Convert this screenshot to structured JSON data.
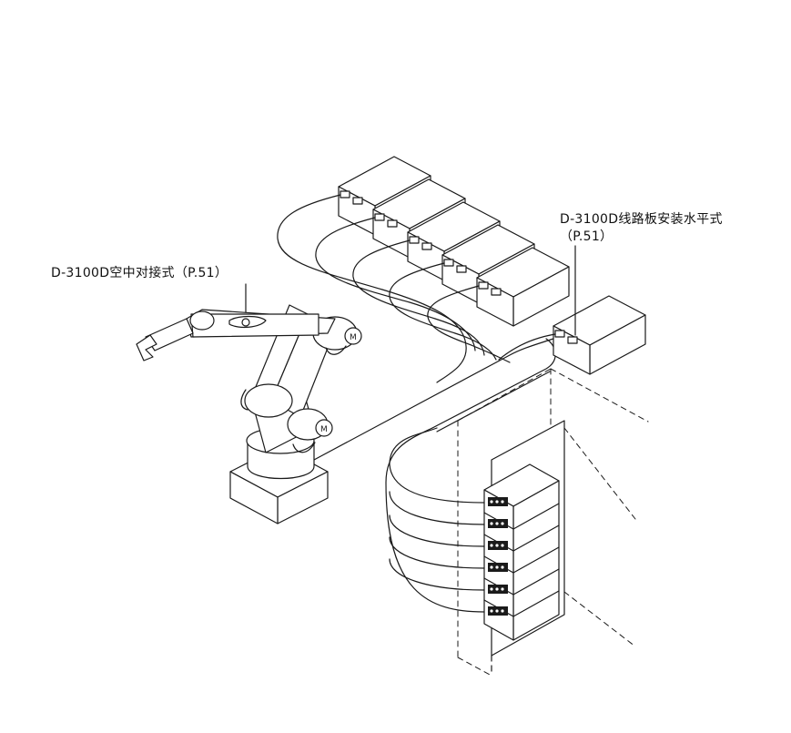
{
  "labels": {
    "air_connector": "D-3100D空中对接式（P.51）",
    "board_mount_line1": "D-3100D线路板安装水平式",
    "board_mount_line2": "（P.51）"
  },
  "motor_mark": "M",
  "colors": {
    "stroke": "#1a1a1a",
    "fill": "#ffffff",
    "shade": "#cfcfcf"
  }
}
